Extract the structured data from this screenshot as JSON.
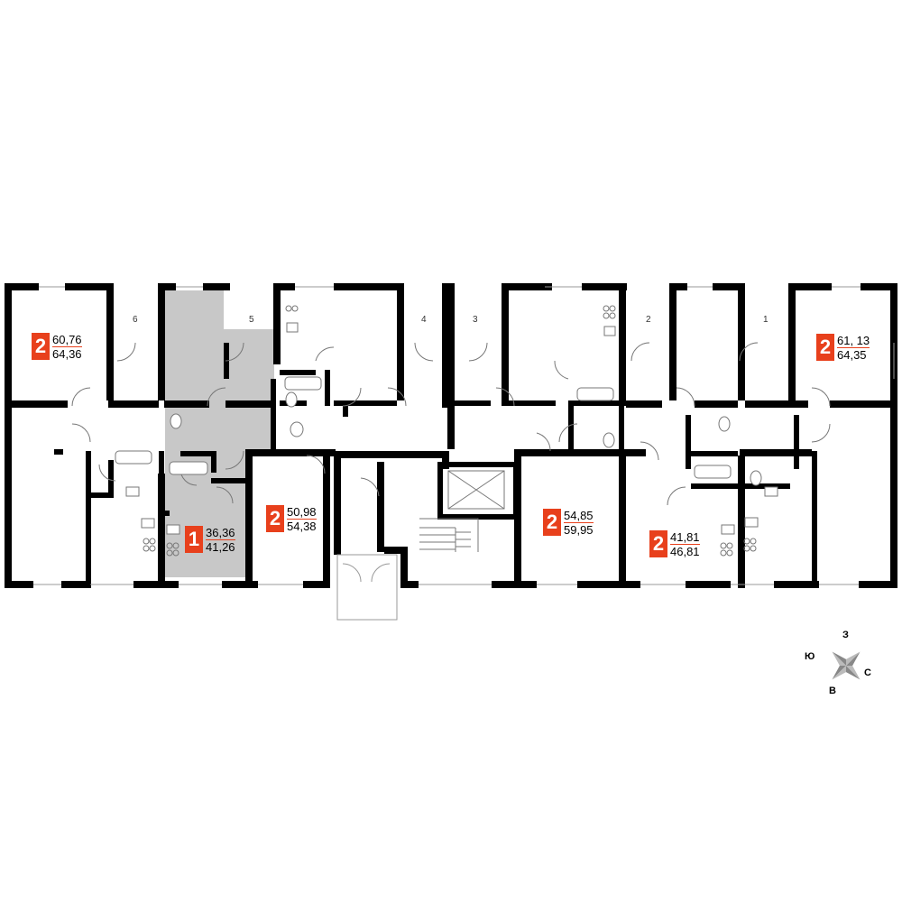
{
  "colors": {
    "wall": "#000000",
    "accent": "#e8401c",
    "selected": "#c8c8c8",
    "line": "#999999"
  },
  "apartments": [
    {
      "id": "apt-6",
      "number": "6",
      "rooms": "2",
      "living_area": "60,76",
      "total_area": "64,36",
      "selected": false
    },
    {
      "id": "apt-5",
      "number": "5",
      "rooms": "1",
      "living_area": "36,36",
      "total_area": "41,26",
      "selected": true
    },
    {
      "id": "apt-4",
      "number": "4",
      "rooms": "2",
      "living_area": "50,98",
      "total_area": "54,38",
      "selected": false
    },
    {
      "id": "apt-3",
      "number": "3",
      "rooms": "2",
      "living_area": "54,85",
      "total_area": "59,95",
      "selected": false
    },
    {
      "id": "apt-2",
      "number": "2",
      "rooms": "2",
      "living_area": "41,81",
      "total_area": "46,81",
      "selected": false
    },
    {
      "id": "apt-1",
      "number": "1",
      "rooms": "2",
      "living_area": "61, 13",
      "total_area": "64,35",
      "selected": false
    }
  ],
  "compass": {
    "north": "З",
    "south": "Ю",
    "east": "С",
    "west": "В"
  }
}
